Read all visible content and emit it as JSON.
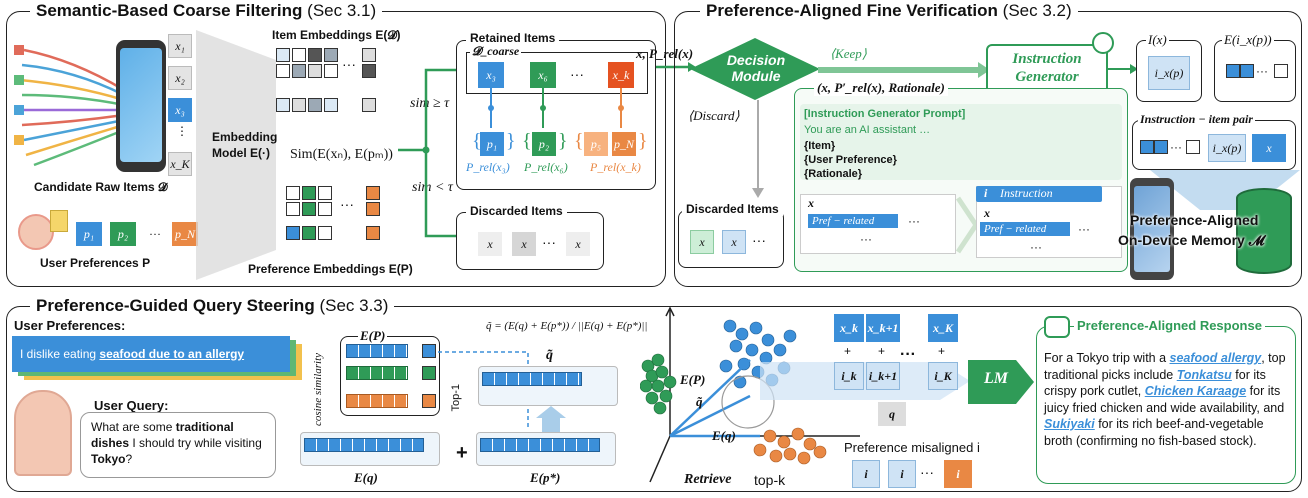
{
  "panel_a": {
    "title": "Semantic-Based Coarse Filtering",
    "sec": "(Sec 3.1)",
    "raw_items_label": "Candidate Raw Items 𝓓",
    "item_labels": [
      "x₁",
      "x₂",
      "x₃",
      "x_K"
    ],
    "user_pref_label": "User Preferences P",
    "pref_items": [
      "p₁",
      "p₂",
      "···",
      "p_N"
    ],
    "item_emb_label": "Item Embeddings E(𝓓)",
    "pref_emb_label": "Preference Embeddings E(P)",
    "emb_model_label": "Embedding",
    "emb_model_label2": "Model E(·)",
    "sim_formula": "Sim(E(xₙ), E(pₘ))",
    "sim_ge": "sim ≥ τ",
    "sim_lt": "sim < τ",
    "retained_title": "Retained Items",
    "d_coarse": "𝓓_coarse",
    "retained_items": [
      "x₃",
      "x₆",
      "···",
      "x_k"
    ],
    "retained_prefs": [
      "p₁",
      "p₂",
      "p₅",
      "p_N"
    ],
    "prel_labels": [
      "P_rel(x₃)",
      "P_rel(x₆)",
      "P_rel(x_k)"
    ],
    "discarded_title": "Discarded Items",
    "discarded_items": [
      "x",
      "x",
      "···",
      "x"
    ],
    "output_label": "x, P_rel(x)"
  },
  "panel_b": {
    "title": "Preference-Aligned Fine Verification",
    "sec": "(Sec 3.2)",
    "decision_module": "Decision Module",
    "keep": "⟨Keep⟩",
    "discard": "⟨Discard⟩",
    "instruction_generator": "Instruction Generator",
    "rationale_label": "(x, P′_rel(x), Rationale)",
    "prompt_lines": [
      "[Instruction Generator Prompt]",
      "You are an AI assistant …",
      "{Item}",
      "{User Preference}",
      "{Rationale}"
    ],
    "discarded_title": "Discarded Items",
    "discarded_items": [
      "x",
      "x",
      "···"
    ],
    "x_label": "x",
    "pref_related": "Pref − related",
    "instruction": "Instruction",
    "i_label": "i",
    "ellipsis": "···",
    "ix_label": "I(x)",
    "eix_label": "E(i_x(p))",
    "ixp": "i_x(p)",
    "pair_title": "Instruction − item pair",
    "memory_label_1": "Preference-Aligned",
    "memory_label_2": "On-Device Memory 𝓜"
  },
  "panel_c": {
    "title": "Preference-Guided Query Steering",
    "sec": "(Sec 3.3)",
    "user_prefs_label": "User Preferences:",
    "pref_text_plain": "I dislike eating ",
    "pref_text_ul": "seafood due to an allergy",
    "user_query_label": "User Query:",
    "query_parts": [
      "What are some ",
      "traditional dishes",
      " I should try while visiting ",
      "Tokyo",
      "?"
    ],
    "ep_label": "E(P)",
    "eq_label": "E(q)",
    "ep_star_label": "E(p*)",
    "cosine_label": "cosine similarity",
    "top1_label": "Top-1",
    "formula": "q̃ = (E(q) + E(p*)) / ||E(q) + E(p*)||",
    "qtilde": "q̃",
    "retrieve_label": "Retrieve",
    "topk_label": "top-k",
    "misaligned_label": "Preference misaligned i",
    "retrieved_x": [
      "x_k",
      "x_k+1",
      "x_K"
    ],
    "retrieved_i": [
      "i_k",
      "i_k+1",
      "i_K"
    ],
    "q_label": "q",
    "lm_label": "LM",
    "misaligned_items": [
      "i",
      "i",
      "···",
      "i"
    ],
    "response_title": "Preference-Aligned Response",
    "response_parts": [
      "For a Tokyo trip with a ",
      "seafood allergy",
      ", top traditional picks include ",
      "Tonkatsu",
      " for its crispy pork cutlet, ",
      "Chicken Karaage",
      " for its juicy fried chicken and wide availability, and ",
      "Sukiyaki",
      " for its rich beef-and-vegetable broth (confirming no fish-based stock)."
    ]
  },
  "colors": {
    "green": "#2f9b57",
    "blue": "#3b8fd9",
    "orange": "#e98844",
    "red": "#e55221"
  }
}
